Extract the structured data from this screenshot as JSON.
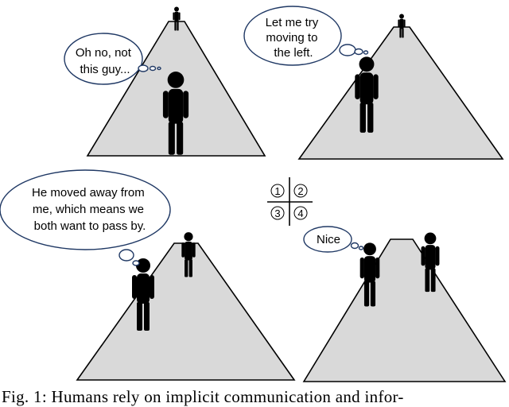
{
  "scenes": [
    {
      "id": 1,
      "thought": [
        "Oh no, not",
        "this guy..."
      ]
    },
    {
      "id": 2,
      "thought": [
        "Let me try",
        "moving to",
        "the left."
      ]
    },
    {
      "id": 3,
      "thought": [
        "He moved away from",
        "me, which means we",
        "both want to pass by."
      ]
    },
    {
      "id": 4,
      "thought": [
        "Nice"
      ]
    }
  ],
  "quadrant_legend": [
    "1",
    "2",
    "3",
    "4"
  ],
  "caption": "Fig. 1: Humans rely on implicit communication and infor-"
}
